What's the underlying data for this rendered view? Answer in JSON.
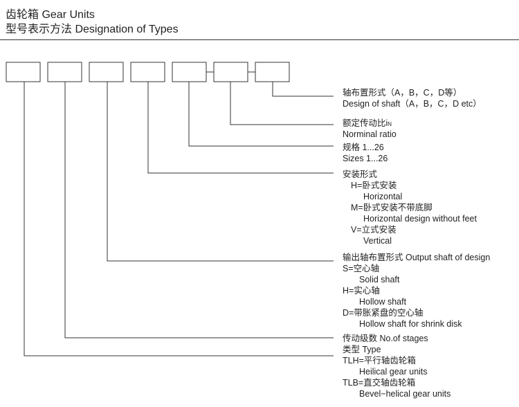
{
  "header": {
    "title": "齿轮箱 Gear Units",
    "subtitle": "型号表示方法 Designation of Types"
  },
  "legend": {
    "shaft_arrangement_cn": "轴布置形式（A，B，C，D等）",
    "shaft_arrangement_en": "Design of shaft（A，B，C，D etc）",
    "ratio_cn": "额定传动比i",
    "ratio_sub": "N",
    "ratio_en": "Norminal ratio",
    "size_cn": "规格  1...26",
    "size_en": "Sizes 1...26",
    "mounting_title": "安装形式",
    "mounting_h_cn": "H=卧式安装",
    "mounting_h_en": "Horizontal",
    "mounting_m_cn": "M=卧式安装不带底脚",
    "mounting_m_en": "Horizontal design without feet",
    "mounting_v_cn": "V=立式安装",
    "mounting_v_en": "Vertical",
    "output_title": "输出轴布置形式  Output shaft of design",
    "output_s_cn": "S=空心轴",
    "output_s_en": "Solid shaft",
    "output_h_cn": "H=实心轴",
    "output_h_en": "Hollow shaft",
    "output_d_cn": "D=带胀紧盘的空心轴",
    "output_d_en": "Hollow shaft for shrink disk",
    "stages": "传动级数 No.of stages",
    "type_title": "类型 Type",
    "type_tlh_cn": "TLH=平行轴齿轮箱",
    "type_tlh_en": "Heilical gear units",
    "type_tlb_cn": "TLB=直交轴齿轮箱",
    "type_tlb_en": "Bevel−helical gear units"
  }
}
